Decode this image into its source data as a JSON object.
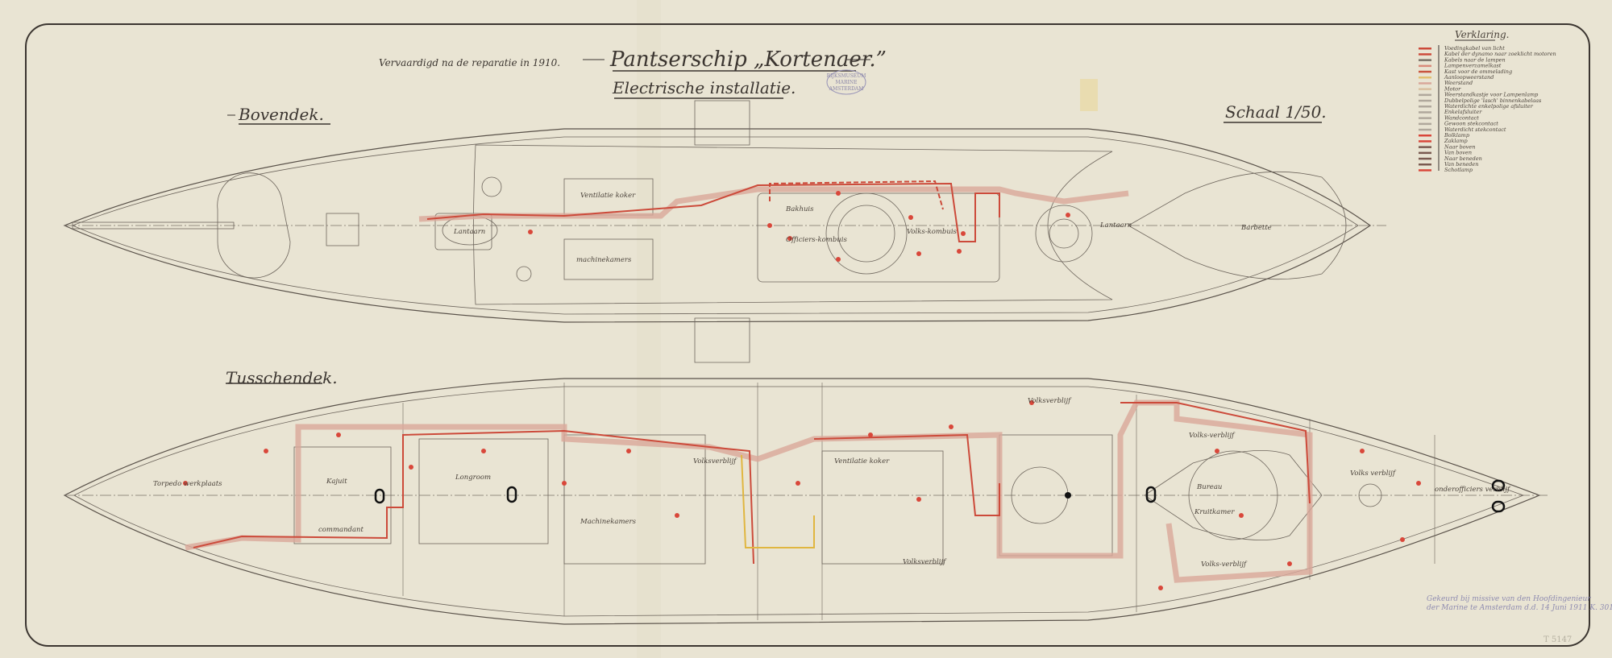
{
  "header": {
    "title": "Pantserschip „Kortenaer.”",
    "subtitle": "Electrische installatie.",
    "note": "Vervaardigd na de reparatie in 1910.",
    "scale": "Schaal 1/50."
  },
  "stamp": [
    "RIJKSMUSEUM",
    "MARINE",
    "AMSTERDAM"
  ],
  "decks": {
    "upper": "Bovendek.",
    "lower": "Tusschendek."
  },
  "upper_rooms": [
    "Lantaarn",
    "Ventilatie koker",
    "machinekamers",
    "Bakhuis",
    "Officiers-kombuis",
    "Volks-kombuis",
    "Barbette",
    "Lantaarn"
  ],
  "lower_rooms": [
    "Torpedo werkplaats",
    "Kajuit",
    "Longroom",
    "commandant",
    "Machinekamers",
    "Volksverblijf",
    "Ventilatie koker",
    "Volksverblijf",
    "Bureau",
    "Kruitkamer",
    "Volks-verblijf",
    "Volks-verblijf",
    "Volks verblijf",
    "onderofficiers verblijf"
  ],
  "legend": {
    "title": "Verklaring.",
    "items": [
      {
        "label": "Voedingkabel van licht",
        "color": "#cc4a3a"
      },
      {
        "label": "Kabel der dynamo naar zoeklicht motoren",
        "color": "#cc4a3a"
      },
      {
        "label": "Kabels naar de lampen",
        "color": "#7a7268"
      },
      {
        "label": "Lampenverzamelkast",
        "color": "#d98a7a"
      },
      {
        "label": "Kast voor de ommelading",
        "color": "#c9553f"
      },
      {
        "label": "Aanloopweerstand",
        "color": "#e2c070"
      },
      {
        "label": "Weerstand",
        "color": "#d9a79a"
      },
      {
        "label": "Motor",
        "color": "#d9c0a0"
      },
      {
        "label": "Weerstandkastje voor Lampenlamp",
        "color": "#b0a89c"
      },
      {
        "label": "Dubbelpolige 'lasch' binnenkabelaas",
        "color": "#b0a89c"
      },
      {
        "label": "Waterdichte enkelpolige afsluiter",
        "color": "#b0a89c"
      },
      {
        "label": "Enkelafsluiter",
        "color": "#b0a89c"
      },
      {
        "label": "Wandcontact",
        "color": "#b0a89c"
      },
      {
        "label": "Gewoon stekcontact",
        "color": "#b0a89c"
      },
      {
        "label": "Waterdicht stekcontact",
        "color": "#b0a89c"
      },
      {
        "label": "Bolklamp",
        "color": "#d9473a"
      },
      {
        "label": "Zaklamp",
        "color": "#d9473a"
      },
      {
        "label": "Naar boven",
        "color": "#7a5a50"
      },
      {
        "label": "Van boven",
        "color": "#7a5a50"
      },
      {
        "label": "Naar beneden",
        "color": "#7a5a50"
      },
      {
        "label": "Van beneden",
        "color": "#7a5a50"
      },
      {
        "label": "Schotlamp",
        "color": "#d9473a"
      }
    ]
  },
  "signature": [
    "Gekeurd bij missive van den Hoofdingenieur",
    "der Marine te Amsterdam d.d. 14 Juni 1911 K. 301"
  ],
  "archive_number": "T 5147"
}
